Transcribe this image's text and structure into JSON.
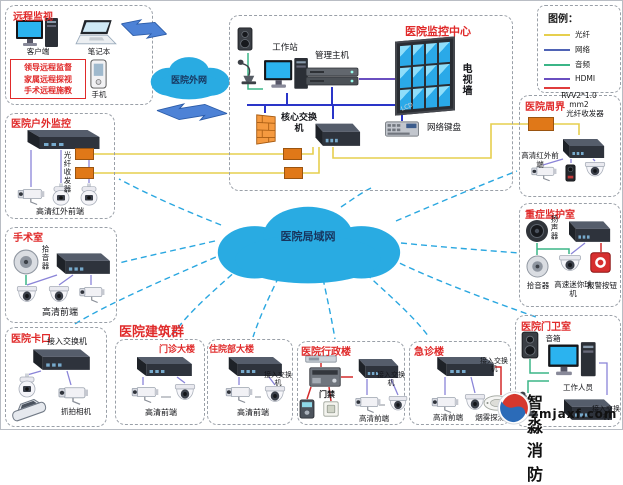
{
  "legend": {
    "title": "图例：",
    "items": [
      {
        "name": "fiber",
        "label": "光纤",
        "color": "#e6cf4e"
      },
      {
        "name": "network",
        "label": "网络",
        "color": "#4f63b5"
      },
      {
        "name": "audio",
        "label": "音频",
        "color": "#3bb587"
      },
      {
        "name": "hdmi",
        "label": "HDMI",
        "color": "#6a4fc0"
      },
      {
        "name": "rvv",
        "label": "RVV2*1.0",
        "label2": "mm2",
        "color": "#e03c3c"
      }
    ]
  },
  "clouds": {
    "external": "医院外网",
    "lan": "医院局域网"
  },
  "remote": {
    "title": "远程监视",
    "client": "客户端",
    "laptop": "笔记本",
    "phone": "手机",
    "note1": "领导远程监督",
    "note2": "家属远程探视",
    "note3": "手术远程施教"
  },
  "center": {
    "title": "医院监控中心",
    "workstation": "工作站",
    "host": "管理主机",
    "core_switch": "核心交换机",
    "keyboard": "网络键盘",
    "tv_wall": "电视墙",
    "lcd": "LCD"
  },
  "perimeter": {
    "title": "医院周界",
    "transceiver": "光纤收发器",
    "frontend": "高清红外前端"
  },
  "icu": {
    "title": "重症监护室",
    "speaker": "扬声器",
    "pickup": "拾音器",
    "dome": "高速迷你球机",
    "alarm": "报警按钮"
  },
  "outdoor": {
    "title": "医院户外监控",
    "transceiver": "光纤收发器",
    "frontend": "高清红外前端"
  },
  "operating": {
    "title": "手术室",
    "pickup": "拾音器",
    "frontend": "高清前端"
  },
  "checkpoint": {
    "title": "医院卡口",
    "switch": "接入交换机",
    "capture": "抓拍相机"
  },
  "buildings": {
    "title": "医院建筑群",
    "outpatient": {
      "title": "门诊大楼",
      "frontend": "高清前端"
    },
    "inpatient": {
      "title": "住院部大楼",
      "switch": "接入交换机",
      "frontend": "高清前端"
    },
    "admin": {
      "title": "医院行政楼",
      "access": "门禁",
      "switch": "接入交换机",
      "frontend": "高清前端"
    },
    "emergency": {
      "title": "急诊楼",
      "switch": "接入交换机",
      "frontend": "高清前端",
      "smoke": "烟雾探测器"
    }
  },
  "gate": {
    "title": "医院门卫室",
    "speaker": "音箱",
    "staff": "工作人员",
    "switch": "接入交换机"
  },
  "logo": {
    "name": "智淼消防",
    "site": "zmjaxf.com"
  },
  "colors": {
    "cloud": "#29abe2",
    "title": "#e02a2a",
    "transceiver": "#e07818"
  }
}
